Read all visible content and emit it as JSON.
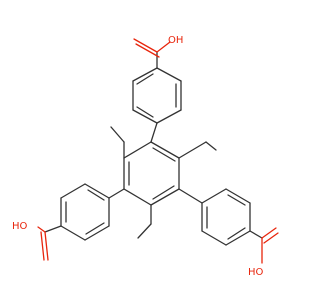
{
  "colors": {
    "bond": "#333333",
    "oxygen": "#e8250c",
    "background": "#ffffff"
  },
  "labels": {
    "top_oh": "OH",
    "left_ho": "HO",
    "right_ho": "HO"
  }
}
